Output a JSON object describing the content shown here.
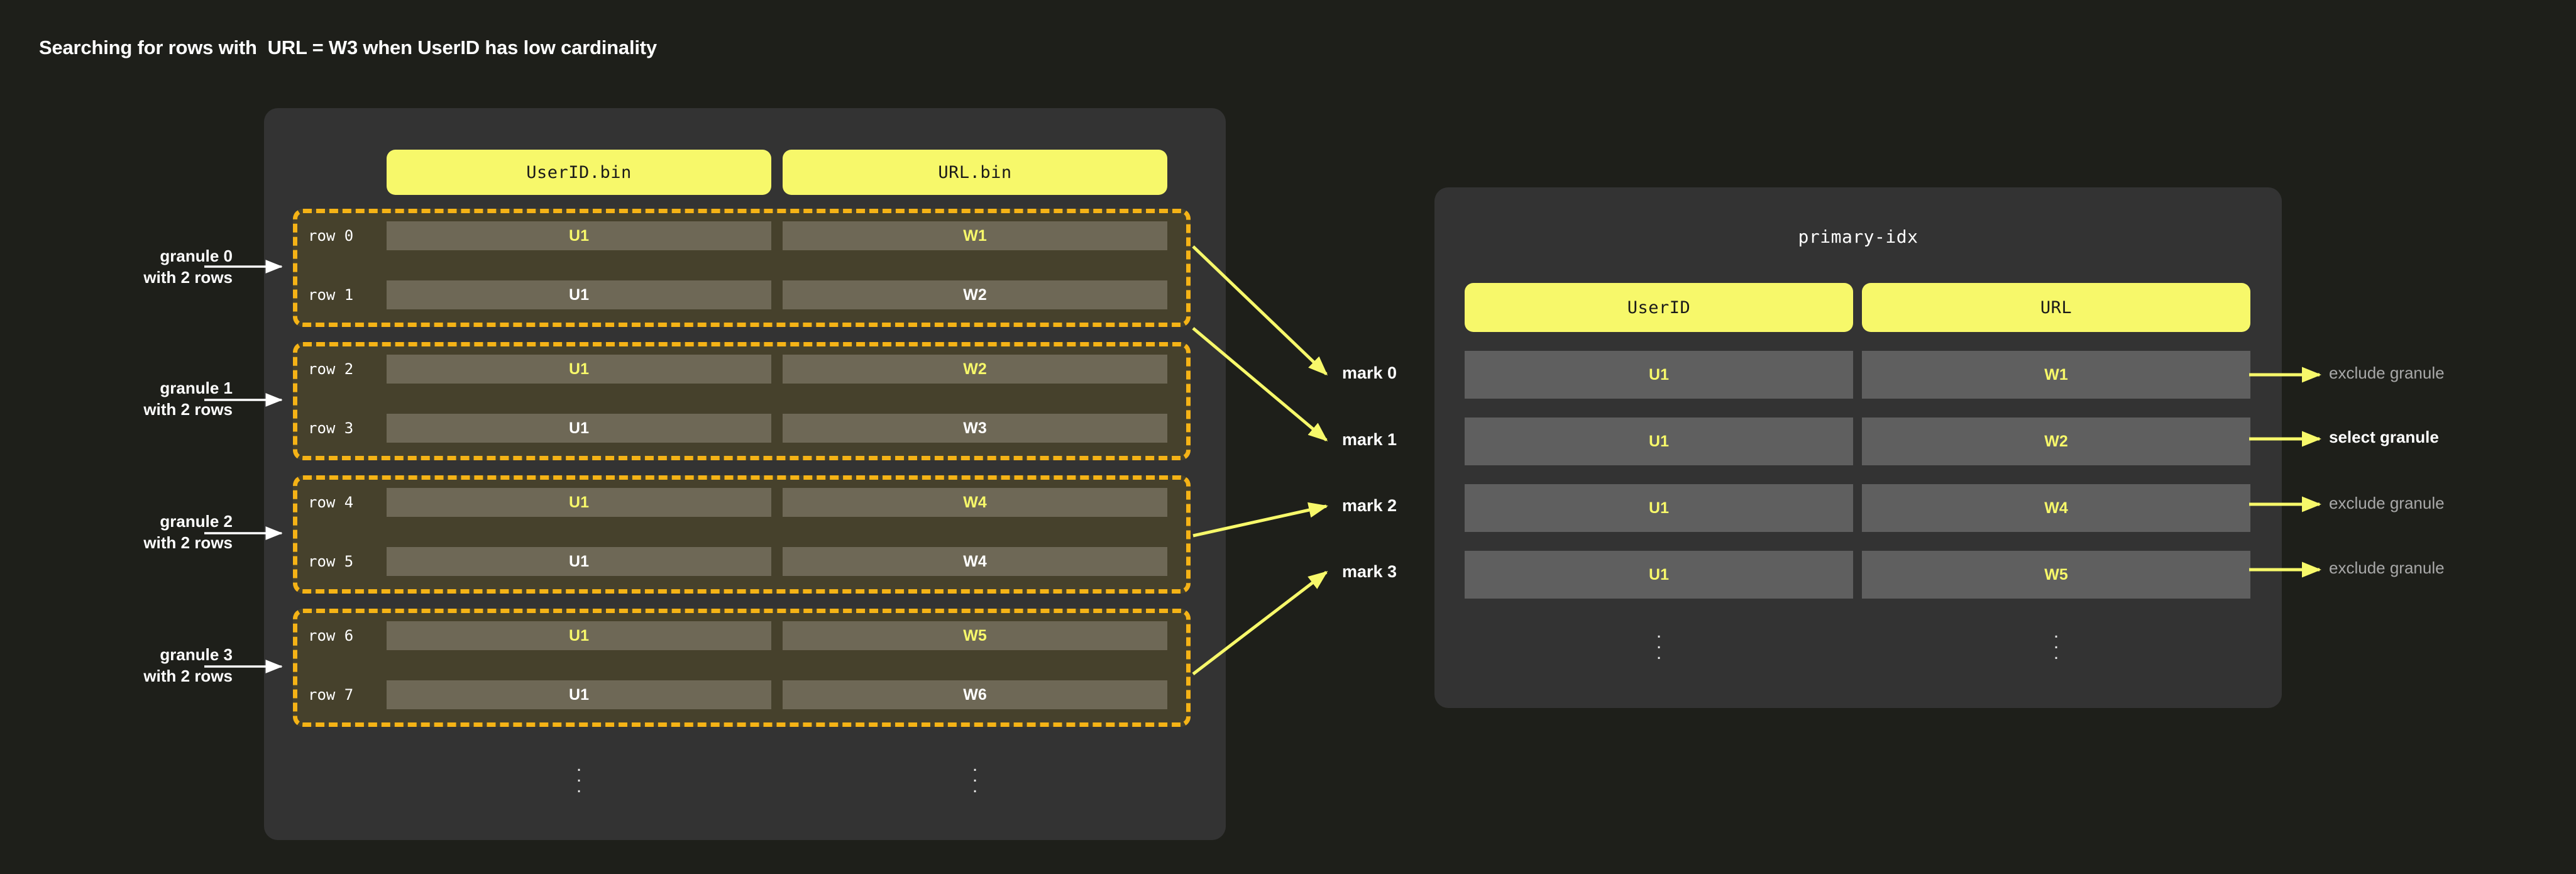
{
  "title": "Searching for rows with  URL = W3 when UserID has low cardinality",
  "colors": {
    "page_bg": "#1e1f1a",
    "panel_bg": "#333333",
    "accent_yellow": "#f7f86a",
    "dash_orange": "#f5b316",
    "row_cell": "#6e6856",
    "granule_fill": "#46412c",
    "index_cell": "#5f5f5f",
    "muted_text": "#a8a8a8"
  },
  "data_panel": {
    "columns": [
      {
        "header": "UserID.bin"
      },
      {
        "header": "URL.bin"
      }
    ],
    "rows": [
      {
        "label": "row 0",
        "userid": "U1",
        "url": "W1",
        "highlight": true
      },
      {
        "label": "row 1",
        "userid": "U1",
        "url": "W2",
        "highlight": false
      },
      {
        "label": "row 2",
        "userid": "U1",
        "url": "W2",
        "highlight": true
      },
      {
        "label": "row 3",
        "userid": "U1",
        "url": "W3",
        "highlight": false
      },
      {
        "label": "row 4",
        "userid": "U1",
        "url": "W4",
        "highlight": true
      },
      {
        "label": "row 5",
        "userid": "U1",
        "url": "W4",
        "highlight": false
      },
      {
        "label": "row 6",
        "userid": "U1",
        "url": "W5",
        "highlight": true
      },
      {
        "label": "row 7",
        "userid": "U1",
        "url": "W6",
        "highlight": false
      }
    ],
    "ellipsis": "⋮"
  },
  "granules": [
    {
      "line1": "granule 0",
      "line2": "with 2 rows"
    },
    {
      "line1": "granule 1",
      "line2": "with 2 rows"
    },
    {
      "line1": "granule 2",
      "line2": "with 2 rows"
    },
    {
      "line1": "granule 3",
      "line2": "with 2 rows"
    }
  ],
  "marks": [
    {
      "label": "mark 0"
    },
    {
      "label": "mark 1"
    },
    {
      "label": "mark 2"
    },
    {
      "label": "mark 3"
    }
  ],
  "index_panel": {
    "title": "primary-idx",
    "columns": [
      {
        "header": "UserID"
      },
      {
        "header": "URL"
      }
    ],
    "rows": [
      {
        "userid": "U1",
        "url": "W1"
      },
      {
        "userid": "U1",
        "url": "W2"
      },
      {
        "userid": "U1",
        "url": "W4"
      },
      {
        "userid": "U1",
        "url": "W5"
      }
    ],
    "ellipsis": "⋮"
  },
  "verdicts": [
    {
      "label": "exclude granule",
      "selected": false
    },
    {
      "label": "select granule",
      "selected": true
    },
    {
      "label": "exclude granule",
      "selected": false
    },
    {
      "label": "exclude granule",
      "selected": false
    }
  ]
}
